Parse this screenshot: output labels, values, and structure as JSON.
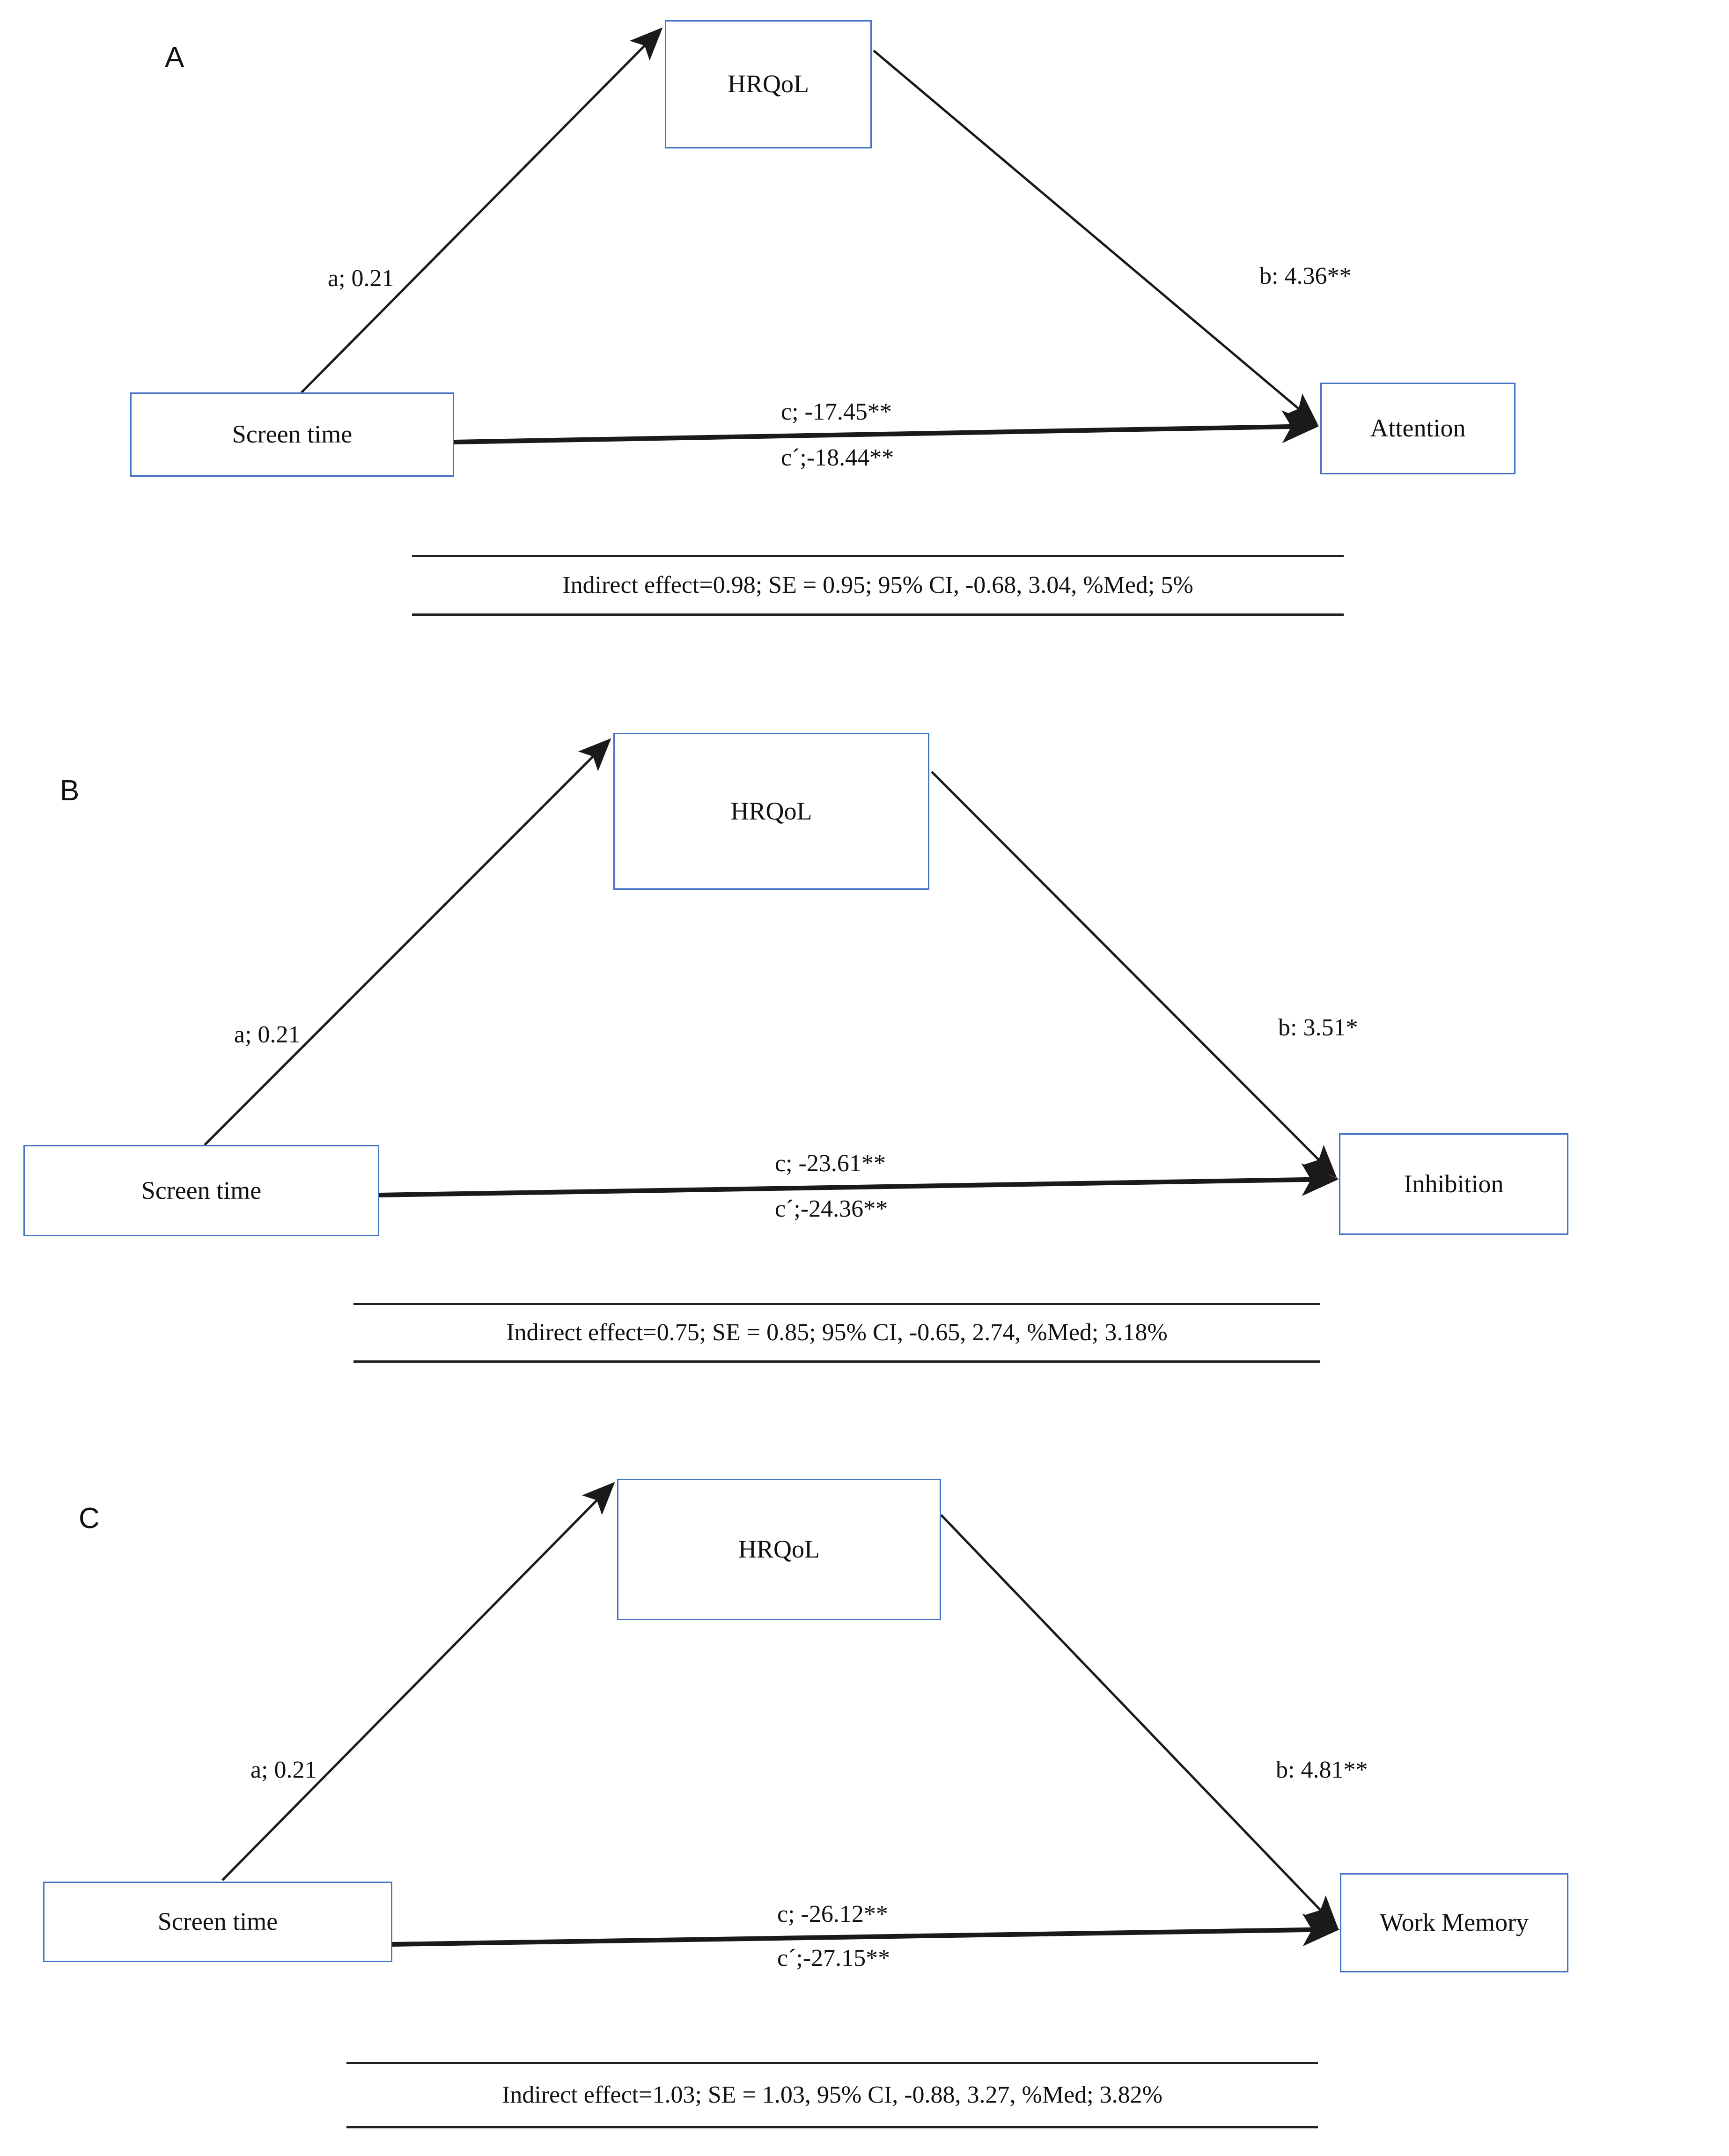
{
  "figure": {
    "type": "mediation-path-diagram",
    "background": "#ffffff",
    "box_border_color": "#4472C4",
    "arrow_color": "#1a1a1a",
    "panel_count": 3
  },
  "panels": [
    {
      "letter": "A",
      "mediator": {
        "label": "HRQoL"
      },
      "predictor": {
        "label": "Screen time"
      },
      "outcome": {
        "label": "Attention"
      },
      "paths": {
        "a": "a; 0.21",
        "b": "b: 4.36**",
        "c": "c; -17.45**",
        "c_prime": "c´;-18.44**"
      },
      "footer": "Indirect effect=0.98; SE = 0.95; 95% CI, -0.68, 3.04, %Med; 5%"
    },
    {
      "letter": "B",
      "mediator": {
        "label": "HRQoL"
      },
      "predictor": {
        "label": "Screen time"
      },
      "outcome": {
        "label": "Inhibition"
      },
      "paths": {
        "a": "a; 0.21",
        "b": "b: 3.51*",
        "c": "c; -23.61**",
        "c_prime": "c´;-24.36**"
      },
      "footer": "Indirect effect=0.75; SE = 0.85; 95% CI, -0.65, 2.74, %Med; 3.18%"
    },
    {
      "letter": "C",
      "mediator": {
        "label": "HRQoL"
      },
      "predictor": {
        "label": "Screen time"
      },
      "outcome": {
        "label": "Work Memory"
      },
      "paths": {
        "a": "a; 0.21",
        "b": "b: 4.81**",
        "c": "c; -26.12**",
        "c_prime": "c´;-27.15**"
      },
      "footer": "Indirect effect=1.03; SE = 1.03, 95% CI, -0.88, 3.27, %Med; 3.82%"
    }
  ]
}
